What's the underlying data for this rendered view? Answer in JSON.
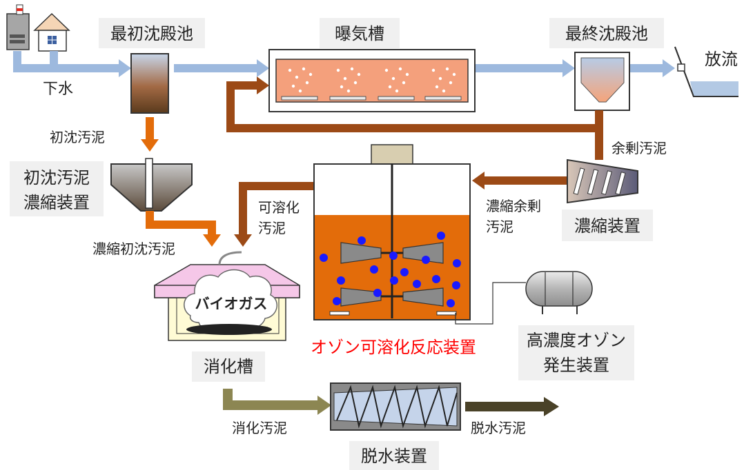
{
  "labels": {
    "primary_clarifier": "最初沈殿池",
    "aeration_tank": "曝気槽",
    "final_clarifier": "最終沈殿池",
    "discharge": "放流",
    "sewage": "下水",
    "primary_sludge": "初沈汚泥",
    "excess_sludge": "余剰汚泥",
    "primary_thickener_line1": "初沈汚泥",
    "primary_thickener_line2": "濃縮装置",
    "solubilized_line1": "可溶化",
    "solubilized_line2": "汚泥",
    "thickened_excess_line1": "濃縮余剰",
    "thickened_excess_line2": "汚泥",
    "thickener": "濃縮装置",
    "thickened_primary": "濃縮初沈汚泥",
    "biogas": "バイオガス",
    "digester": "消化槽",
    "ozone_reactor": "オゾン可溶化反応装置",
    "ozone_gen_line1": "高濃度オゾン",
    "ozone_gen_line2": "発生装置",
    "digested_sludge": "消化汚泥",
    "dewatered_sludge": "脱水汚泥",
    "dewatering": "脱水装置"
  },
  "colors": {
    "water_pipe": "#9db9de",
    "orange_pipe": "#e36c0a",
    "brown_pipe": "#9c4a16",
    "olive_pipe": "#8c8652",
    "dark_pipe": "#4a4228",
    "label_box": "#f0f0f0",
    "highlight_text": "#ff0000",
    "reactor_fill": "#e36c0a",
    "bubble": "#1a1aff"
  }
}
